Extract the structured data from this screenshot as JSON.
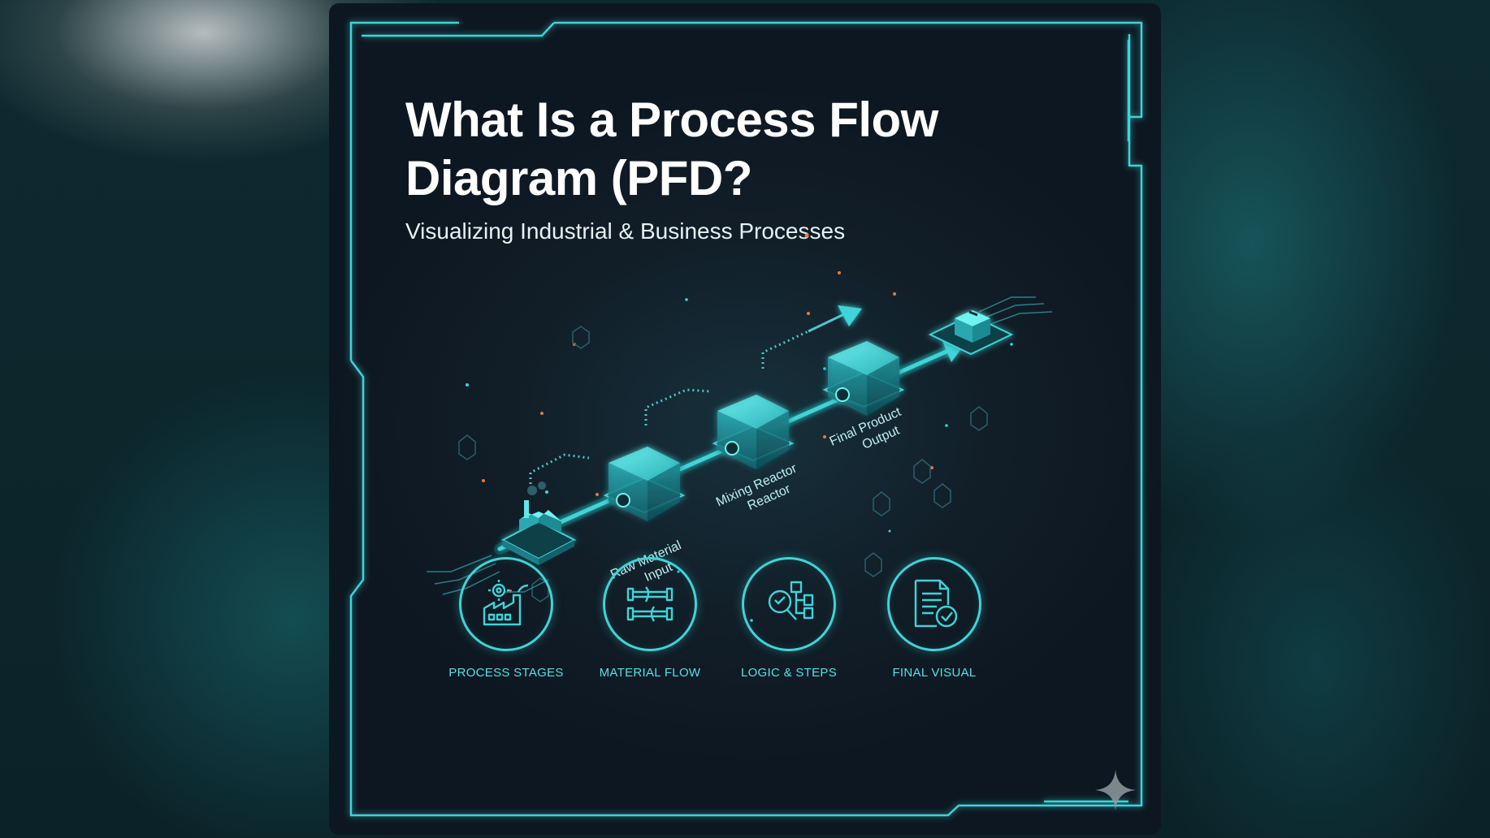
{
  "title": "What Is a Process Flow Diagram (PFD?",
  "subtitle": "Visualizing Industrial & Business Processes",
  "stages": [
    {
      "label_line1": "Raw Material",
      "label_line2": "Input",
      "icon": "cube-icon"
    },
    {
      "label_line1": "Mixing Reactor",
      "label_line2": "Reactor",
      "icon": "cube-icon"
    },
    {
      "label_line1": "Final Product",
      "label_line2": "Output",
      "icon": "cube-icon"
    }
  ],
  "source_icon": "factory-icon",
  "end_icon": "package-box-icon",
  "features": [
    {
      "label": "PROCESS STAGES",
      "icon": "factory-gear-icon"
    },
    {
      "label": "MATERIAL FLOW",
      "icon": "pipes-icon"
    },
    {
      "label": "LOGIC & STEPS",
      "icon": "magnifier-flowchart-icon"
    },
    {
      "label": "FINAL VISUAL",
      "icon": "document-check-icon"
    }
  ],
  "colors": {
    "accent": "#3fd4d8",
    "background": "#111d27",
    "title": "#ffffff"
  }
}
